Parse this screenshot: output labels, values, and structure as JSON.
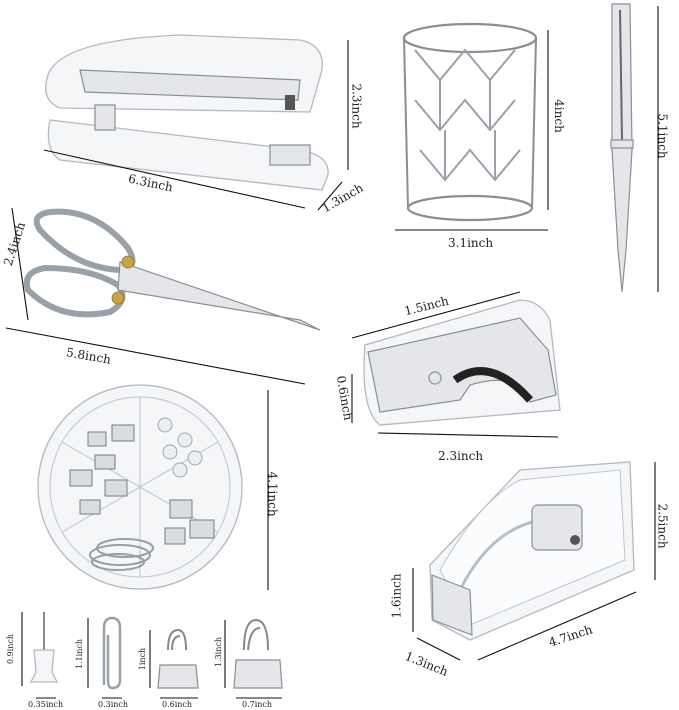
{
  "dimensions": {
    "stapler_length": "6.3inch",
    "stapler_height": "2.3inch",
    "stapler_width": "1.3inch",
    "pen_holder_height": "4inch",
    "pen_holder_diameter": "3.1inch",
    "pen_length": "5.1inch",
    "scissors_width": "2.4inch",
    "scissors_length": "5.8inch",
    "remover_length": "1.5inch",
    "remover_height": "0.6inch",
    "remover_width": "2.3inch",
    "organizer_diameter": "4.1inch",
    "dispenser_height": "2.5inch",
    "dispenser_front_height": "1.6inch",
    "dispenser_depth": "1.3inch",
    "dispenser_length": "4.7inch",
    "pushpin_height": "0.9inch",
    "pushpin_width": "0.35inch",
    "paperclip_height": "1.1inch",
    "paperclip_width": "0.3inch",
    "small_clip_height": "1inch",
    "small_clip_width": "0.6inch",
    "large_clip_height": "1.3inch",
    "large_clip_width": "0.7inch"
  }
}
